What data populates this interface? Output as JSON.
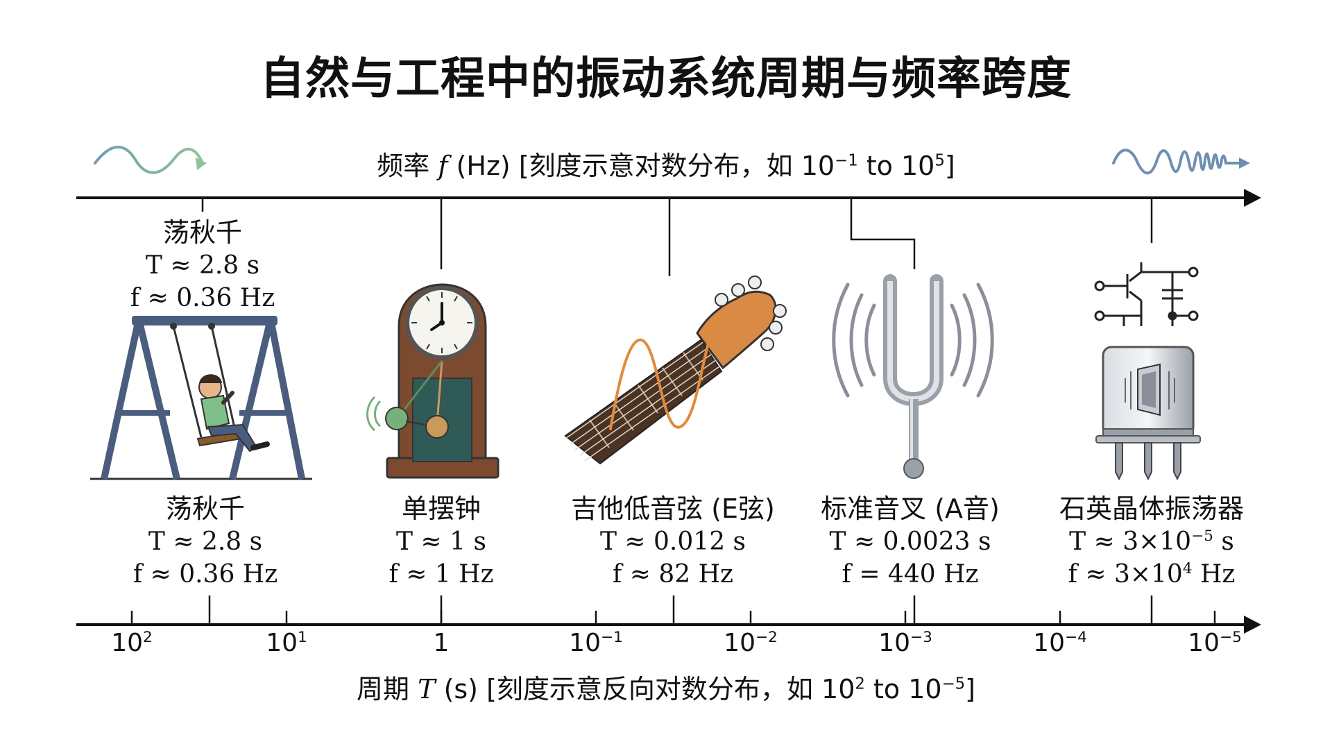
{
  "title": "自然与工程中的振动系统周期与频率跨度",
  "frequency_axis": {
    "label_prefix": "频率",
    "symbol": "f",
    "unit": "(Hz)",
    "note_prefix": "[刻度示意对数分布，如 10",
    "exp1": "−1",
    "to": " to 10",
    "exp2": "5",
    "note_suffix": "]"
  },
  "period_axis": {
    "label_prefix": "周期",
    "symbol": "T",
    "unit": "(s)",
    "note_prefix": "[刻度示意反向对数分布，如 10",
    "exp1": "2",
    "to": " to 10",
    "exp2": "−5",
    "note_suffix": "]",
    "ticks": [
      {
        "base": "10",
        "exp": "2"
      },
      {
        "base": "10",
        "exp": "1"
      },
      {
        "base": "1",
        "exp": ""
      },
      {
        "base": "10",
        "exp": "−1"
      },
      {
        "base": "10",
        "exp": "−2"
      },
      {
        "base": "10",
        "exp": "−3"
      },
      {
        "base": "10",
        "exp": "−4"
      },
      {
        "base": "10",
        "exp": "−5"
      }
    ]
  },
  "swing_top_label": {
    "name": "荡秋千",
    "period": "T ≈ 2.8 s",
    "frequency": "f ≈ 0.36 Hz"
  },
  "systems": [
    {
      "name": "荡秋千",
      "period": "T ≈ 2.8 s",
      "frequency": "f ≈ 0.36 Hz"
    },
    {
      "name": "单摆钟",
      "period": "T ≈ 1 s",
      "frequency": "f ≈ 1 Hz"
    },
    {
      "name": "吉他低音弦 (E弦)",
      "period": "T ≈ 0.012 s",
      "frequency": "f ≈ 82 Hz"
    },
    {
      "name": "标准音叉 (A音)",
      "period": "T ≈ 0.0023 s",
      "frequency": "f = 440 Hz"
    },
    {
      "name": "石英晶体振荡器",
      "period_base": "T ≈ 3×10",
      "period_exp": "−5",
      "period_unit": " s",
      "frequency_base": "f ≈ 3×10",
      "frequency_exp": "4",
      "frequency_unit": " Hz"
    }
  ],
  "colors": {
    "swing_frame": "#4a5d7e",
    "clock_wood": "#7b4a2f",
    "clock_panel": "#2f5a55",
    "pendulum_bob": "#c99a5c",
    "green_ball": "#78b07a",
    "guitar_wood": "#d98a44",
    "guitar_neck": "#4a3325",
    "string_wave": "#e08a3c",
    "fork_metal": "#9aa0a8",
    "wave_left": "#6f9fb2",
    "wave_right": "#6f8fb2"
  }
}
